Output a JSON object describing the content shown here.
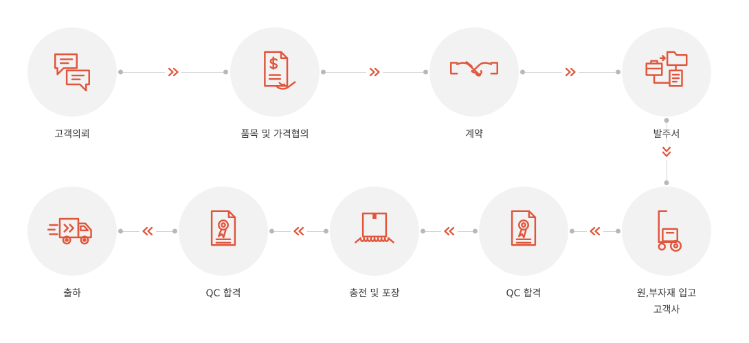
{
  "diagram": {
    "type": "process-flow",
    "colors": {
      "accent": "#e0563c",
      "circle_background": "#f2f2f2",
      "connector_line": "#d4d4d4",
      "connector_dot": "#b8b8b8",
      "label_text": "#3a3a3a",
      "page_background": "#ffffff"
    },
    "top_row": [
      {
        "label": "고객의뢰",
        "icon": "chat-bubbles-icon"
      },
      {
        "label": "품목 및 가격협의",
        "icon": "price-negotiation-icon"
      },
      {
        "label": "계약",
        "icon": "handshake-icon"
      },
      {
        "label": "발주서",
        "icon": "purchase-order-icon"
      }
    ],
    "bottom_row": [
      {
        "label": "출하",
        "icon": "delivery-truck-icon"
      },
      {
        "label": "QC 합격",
        "icon": "qc-certificate-icon"
      },
      {
        "label": "충전 및 포장",
        "icon": "packing-box-icon"
      },
      {
        "label": "QC 합격",
        "icon": "qc-certificate-icon"
      },
      {
        "label": "원,부자재 입고",
        "label2": "고객사",
        "icon": "hand-truck-icon"
      }
    ],
    "flow": {
      "top_row_direction": "left-to-right",
      "bottom_row_direction": "right-to-left",
      "row_link": "down-at-right-column"
    }
  }
}
